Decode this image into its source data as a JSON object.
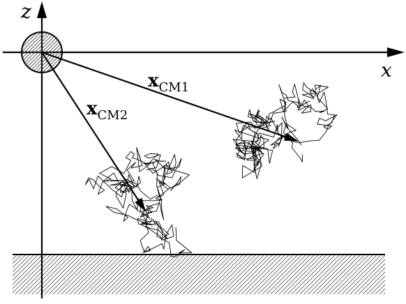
{
  "axes": {
    "x_label": "x",
    "z_label": "z"
  },
  "vectors": [
    {
      "bold": "x",
      "sub": "CM1"
    },
    {
      "bold": "x",
      "sub": "CM2"
    }
  ],
  "colors": {
    "ink": "#000000",
    "background": "#ffffff",
    "hatch": "#555555",
    "sphere_hatch": "#444444"
  },
  "chains": {
    "count": 2,
    "segments_per_chain": 220
  }
}
